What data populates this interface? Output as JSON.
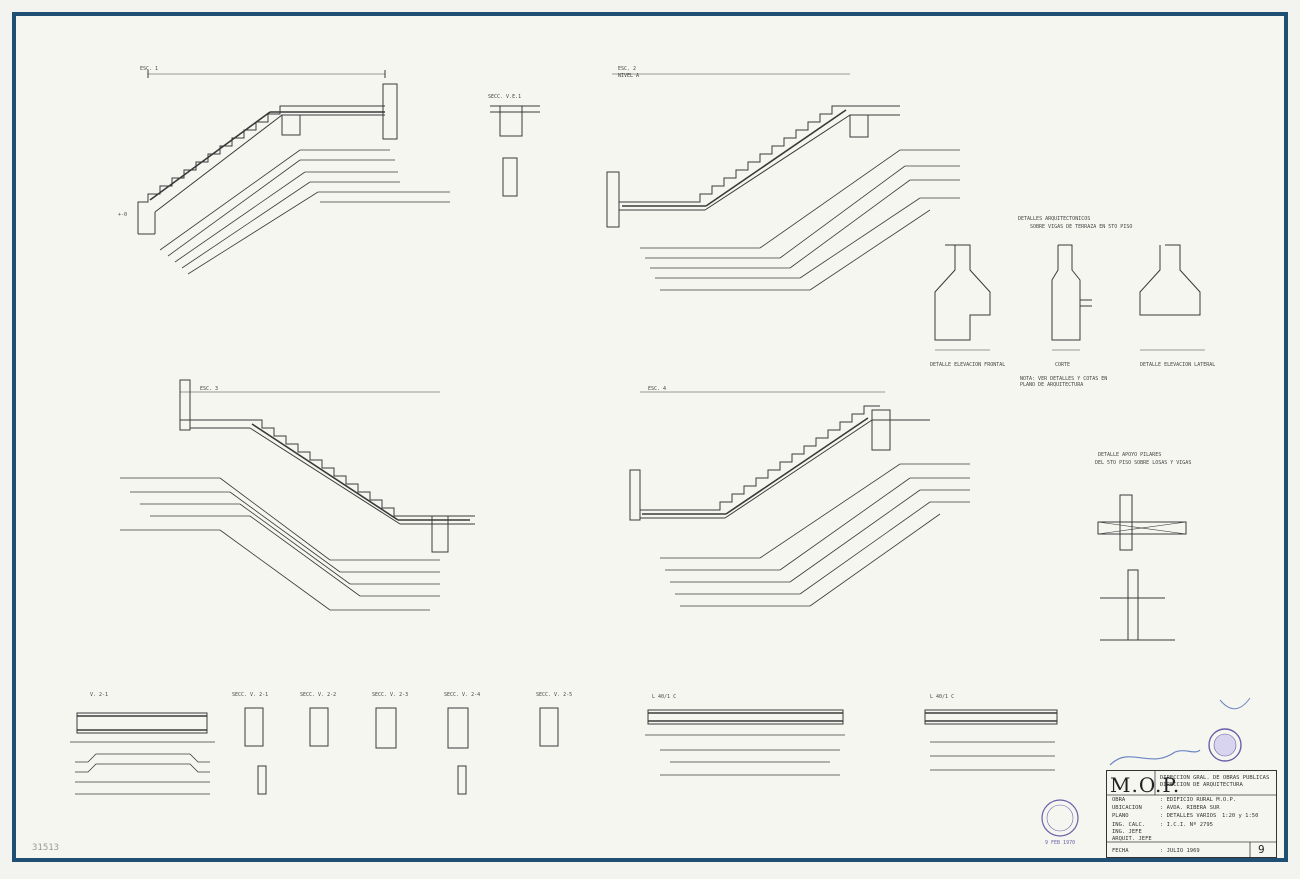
{
  "colors": {
    "paper": "#f6f6f1",
    "border": "#1f4f73",
    "ink": "#333333",
    "stamp": "#6a5ea8"
  },
  "stairs": {
    "top_left": {
      "label": "ESC. 1",
      "level": "+-0"
    },
    "top_right": {
      "label": "ESC. 2",
      "sublabel": "NIVEL A"
    },
    "mid_left": {
      "label": "ESC. 3"
    },
    "mid_right": {
      "label": "ESC. 4"
    }
  },
  "details": {
    "section_vig": "SECC. V.E.1",
    "detalles_arq": "DETALLES ARQUITECTONICOS",
    "detalles_arq_sub": "SOBRE VIGAS DE TERRAZA EN 5TO PISO",
    "elevation_label_1": "DETALLE ELEVACION FRONTAL",
    "elevation_label_2": "CORTE",
    "elevation_label_3": "DETALLE ELEVACION LATERAL",
    "nota": "NOTA: VER DETALLES Y COTAS EN PLANO DE ARQUITECTURA",
    "pilares_title": "DETALLE APOYO PILARES",
    "pilares_sub": "DEL 5TO PISO SOBRE LOSAS Y VIGAS"
  },
  "beams": {
    "v_title": "V. 2-1",
    "v_label": "SECC. V. 2-1",
    "beam_2": "SECC. V. 2-2",
    "beam_3": "SECC. V. 2-3",
    "beam_4": "SECC. V. 2-4",
    "beam_5": "SECC. V. 2-5",
    "losa_1": "L 40/1 C",
    "losa_2": "L 40/1 C"
  },
  "title_block": {
    "logo": "M.O.P.",
    "head_1": "DIRECCION GRAL. DE OBRAS PUBLICAS",
    "head_2": "DIRECCION DE ARQUITECTURA",
    "obra_label": "OBRA",
    "obra_value": ": EDIFICIO RURAL M.O.P.",
    "ubicacion_label": "UBICACION",
    "ubicacion_value": ": AVDA. RIBERA SUR",
    "plano_label": "PLANO",
    "plano_value": ": DETALLES VARIOS",
    "ing_calc_label": "ING. CALC.",
    "ing_calc_value": ": I.C.I. Nº 2795",
    "ing_jefe_label": "ING. JEFE",
    "arq_jefe_label": "ARQUIT. JEFE",
    "fecha_label": "FECHA",
    "fecha_value": ": JULIO 1969",
    "scale": "1:20 y 1:50",
    "sheet_number": "9"
  },
  "stamps": {
    "date_stamp": "9 FEB 1970",
    "archive_number": "31513"
  }
}
